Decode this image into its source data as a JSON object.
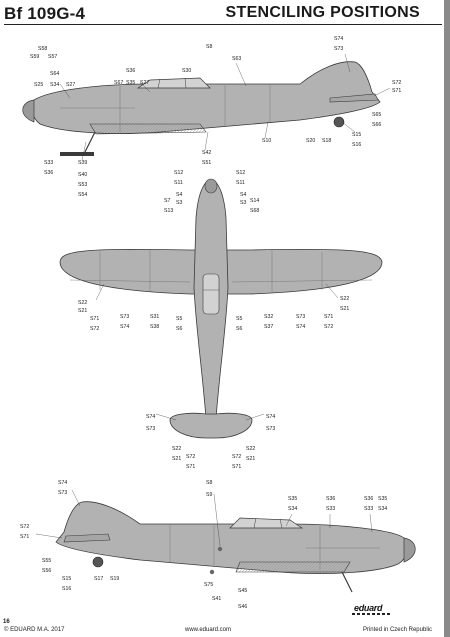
{
  "header": {
    "model": "Bf 109G-4",
    "section": "STENCILING POSITIONS"
  },
  "footer": {
    "page": "16",
    "copyright": "© EDUARD M.A. 2017",
    "website": "www.eduard.com",
    "printed": "Printed in Czech Republic",
    "brand": "eduard"
  },
  "colors": {
    "airframe": "#b2b2b2",
    "outline": "#3a3a3a",
    "paper": "#ffffff"
  },
  "callouts": {
    "side_top": [
      "S58",
      "S59",
      "S57",
      "S64",
      "S25",
      "S34",
      "S27",
      "S36",
      "S35",
      "S27",
      "S67",
      "S30",
      "S8",
      "S63",
      "S74",
      "S73",
      "S72",
      "S71",
      "S33",
      "S39",
      "S40",
      "S53",
      "S54",
      "S36",
      "S42",
      "S51",
      "S10",
      "S20",
      "S18",
      "S15",
      "S16",
      "S65",
      "S66"
    ],
    "plan": [
      "S12",
      "S12",
      "S11",
      "S11",
      "S4",
      "S4",
      "S3",
      "S3",
      "S7",
      "S14",
      "S13",
      "S68",
      "S22",
      "S22",
      "S21",
      "S21",
      "S71",
      "S71",
      "S72",
      "S72",
      "S73",
      "S73",
      "S74",
      "S74",
      "S31",
      "S32",
      "S5",
      "S5",
      "S6",
      "S6",
      "S38",
      "S37",
      "S74",
      "S73",
      "S74",
      "S73",
      "S22",
      "S22",
      "S21",
      "S21",
      "S72",
      "S72",
      "S71",
      "S71"
    ],
    "side_bottom": [
      "S74",
      "S73",
      "S72",
      "S71",
      "S55",
      "S56",
      "S15",
      "S16",
      "S17",
      "S19",
      "S8",
      "S9",
      "S35",
      "S34",
      "S36",
      "S33",
      "S36",
      "S33",
      "S35",
      "S34",
      "S75",
      "S45",
      "S41",
      "S46"
    ]
  }
}
